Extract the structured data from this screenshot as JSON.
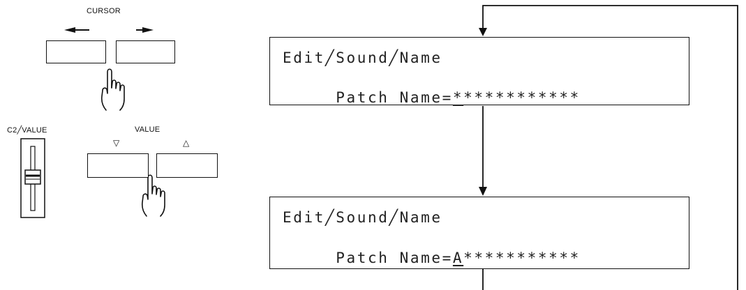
{
  "panel": {
    "cursor_label": "CURSOR",
    "c2_value_label": "C2╱VALUE",
    "value_label": "VALUE",
    "down_symbol": "▽",
    "up_symbol": "△"
  },
  "display_1": {
    "line1": "Edit╱Sound╱Name",
    "line2_prefix": " Patch Name=",
    "line2_cursor": "*",
    "line2_rest": "***********"
  },
  "display_2": {
    "line1": "Edit╱Sound╱Name",
    "line2_prefix": " Patch Name=",
    "line2_cursor": "A",
    "line2_rest": "***********"
  },
  "icons": {
    "left_arrow": "left-arrow-icon",
    "right_arrow": "right-arrow-icon",
    "pointing_hand": "pointing-hand-icon",
    "slider": "fader-icon"
  }
}
